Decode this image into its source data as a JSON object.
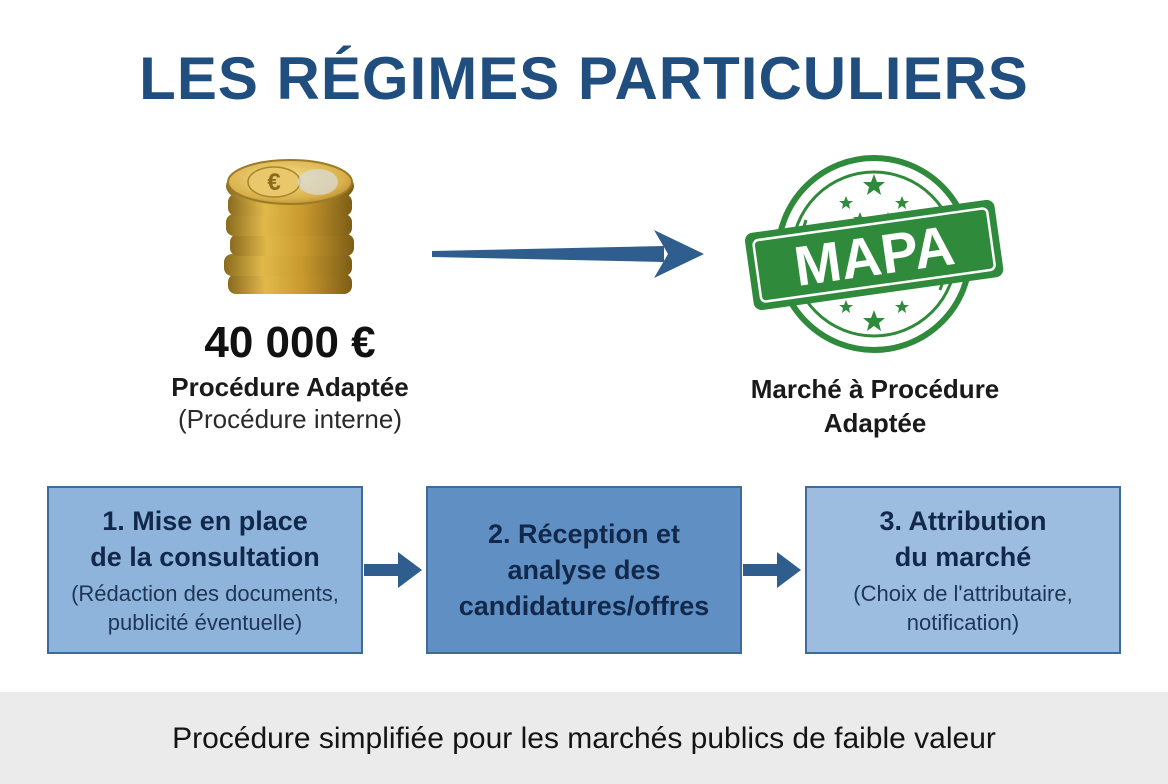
{
  "title": "LES RÉGIMES PARTICULIERS",
  "colors": {
    "title": "#1f4e7f",
    "arrow": "#2f5d8d",
    "stamp_green": "#2f8a3c",
    "step_border": "#3e6b9a"
  },
  "left": {
    "icon": "euro-coins-stack-icon",
    "amount": "40 000 €",
    "label": "Procédure Adaptée",
    "sublabel": "(Procédure interne)"
  },
  "right": {
    "icon": "mapa-stamp-icon",
    "stamp_text": "MAPA",
    "label": "Marché à Procédure\nAdaptée"
  },
  "steps": [
    {
      "title": "1. Mise en place\nde la consultation",
      "detail": "(Rédaction des documents,\npublicité éventuelle)"
    },
    {
      "title": "2. Réception et\nanalyse des\ncandidatures/offres",
      "detail": ""
    },
    {
      "title": "3. Attribution\ndu marché",
      "detail": "(Choix de l'attributaire,\nnotification)"
    }
  ],
  "footer": "Procédure simplifiée pour les marchés publics de faible valeur"
}
